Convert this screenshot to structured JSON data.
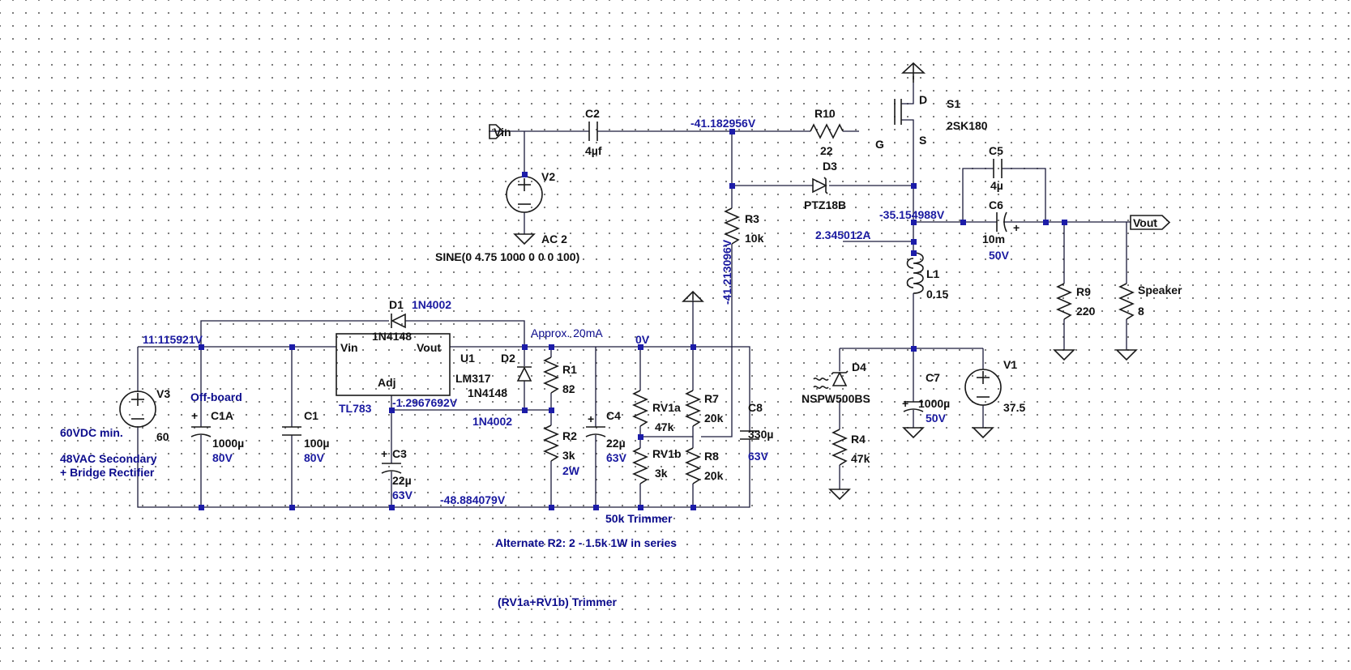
{
  "nets": {
    "vin": "Vin",
    "vout": "Vout"
  },
  "components": {
    "c2": {
      "ref": "C2",
      "value": "4µf"
    },
    "r10": {
      "ref": "R10",
      "value": "22"
    },
    "s1": {
      "ref": "S1",
      "value": "2SK180",
      "pin_d": "D",
      "pin_g": "G",
      "pin_s": "S"
    },
    "v2": {
      "ref": "V2",
      "value": "AC 2",
      "spec": "SINE(0 4.75 1000 0 0 0 100)"
    },
    "d3": {
      "ref": "D3",
      "value": "PTZ18B"
    },
    "r3": {
      "ref": "R3",
      "value": "10k"
    },
    "c5": {
      "ref": "C5",
      "value": "4µ"
    },
    "c6": {
      "ref": "C6",
      "value": "10m",
      "rating": "50V"
    },
    "l1": {
      "ref": "L1",
      "value": "0.15"
    },
    "r9": {
      "ref": "R9",
      "value": "220"
    },
    "speaker": {
      "ref": "Speaker",
      "value": "8"
    },
    "d1": {
      "ref": "D1",
      "value": "1N4002",
      "alt": "1N4148"
    },
    "u1": {
      "ref": "U1",
      "value": "LM317",
      "alt": "TL783",
      "pin_vin": "Vin",
      "pin_vout": "Vout",
      "pin_adj": "Adj"
    },
    "d2": {
      "ref": "D2",
      "value": "1N4148",
      "alt": "1N4002"
    },
    "r1": {
      "ref": "R1",
      "value": "82"
    },
    "r2": {
      "ref": "R2",
      "value": "3k",
      "rating": "2W"
    },
    "c4": {
      "ref": "C4",
      "value": "22µ",
      "rating": "63V"
    },
    "rv1a": {
      "ref": "RV1a",
      "value": "47k"
    },
    "rv1b": {
      "ref": "RV1b",
      "value": "3k"
    },
    "r7": {
      "ref": "R7",
      "value": "20k"
    },
    "r8": {
      "ref": "R8",
      "value": "20k"
    },
    "c8": {
      "ref": "C8",
      "value": "330µ",
      "rating": "63V"
    },
    "v3": {
      "ref": "V3",
      "value": "60"
    },
    "c1a": {
      "ref": "C1A",
      "value": "1000µ",
      "rating": "80V"
    },
    "c1": {
      "ref": "C1",
      "value": "100µ",
      "rating": "80V"
    },
    "c3": {
      "ref": "C3",
      "value": "22µ",
      "rating": "63V"
    },
    "d4": {
      "ref": "D4",
      "value": "NSPW500BS"
    },
    "r4": {
      "ref": "R4",
      "value": "47k"
    },
    "c7": {
      "ref": "C7",
      "value": "1000µ",
      "rating": "50V"
    },
    "v1": {
      "ref": "V1",
      "value": "37.5"
    }
  },
  "probes": {
    "gate_node": "-41.182956V",
    "r3_node": "-41.213096V",
    "source_node": "-35.154988V",
    "current": "2.345012A",
    "supply_pos": "11.115921V",
    "adj_node": "-1.2967692V",
    "supply_neg": "-48.884079V",
    "ground": "0V"
  },
  "notes": {
    "approx_current": "Approx. 20mA",
    "off_board": "Off-board",
    "supply_min": "60VDC min.",
    "secondary_1": "48VAC Secondary",
    "secondary_2": "+ Bridge Rectifier",
    "trimmer_50k": "50k Trimmer",
    "alternate_r2": "Alternate R2: 2 - 1.5k 1W in series",
    "rv_trimmer": "(RV1a+RV1b) Trimmer"
  },
  "colors": {
    "wire": "#1a1a3a",
    "node": "#1c1ca8",
    "label": "#111111",
    "annotation": "#1a1aa0",
    "background": "#ffffff"
  }
}
